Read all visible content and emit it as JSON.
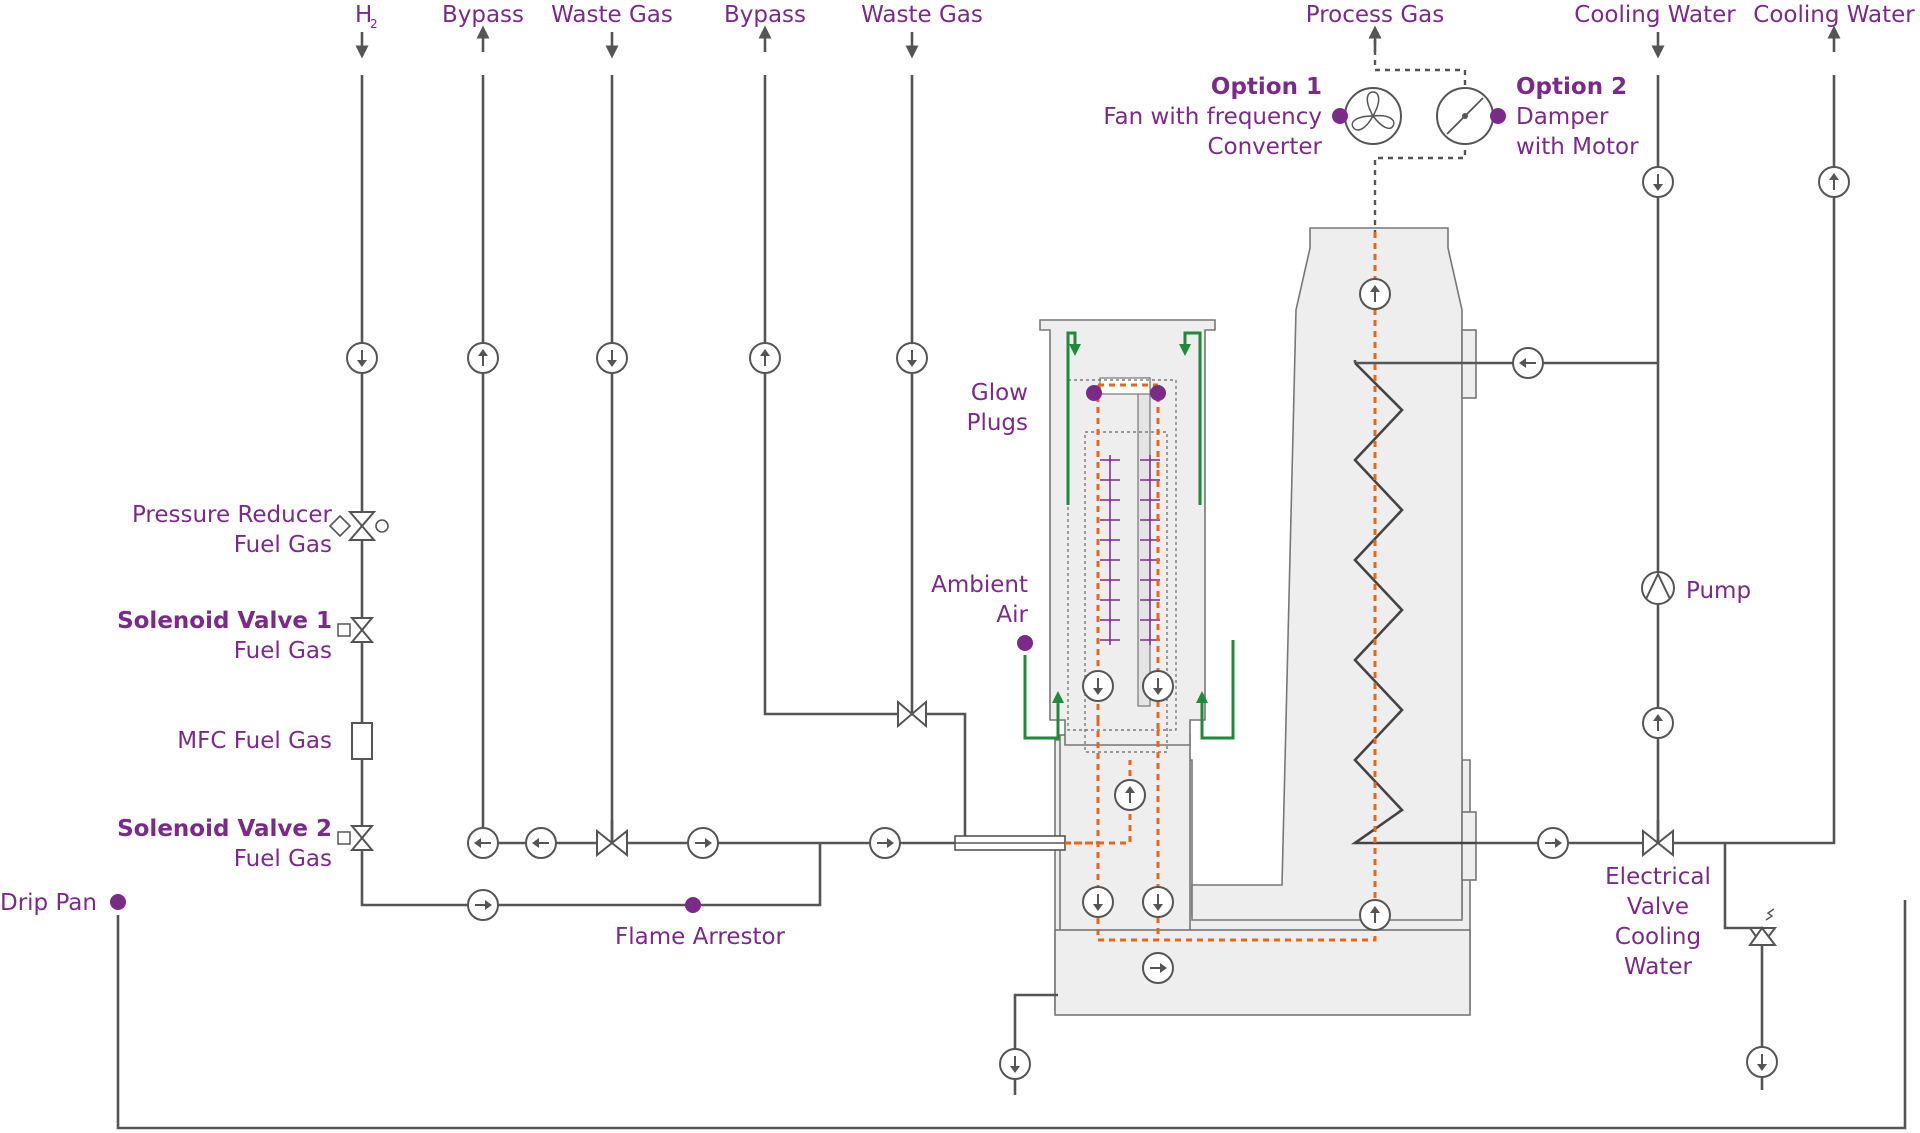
{
  "top_labels": {
    "h2": "H",
    "h2_sub": "2",
    "bypass_1": "Bypass",
    "waste_gas_1": "Waste Gas",
    "bypass_2": "Bypass",
    "waste_gas_2": "Waste Gas",
    "process_gas": "Process Gas",
    "cooling_water_in": "Cooling Water",
    "cooling_water_out": "Cooling Water"
  },
  "options": {
    "option1_title": "Option 1",
    "option1_line1": "Fan with frequency",
    "option1_line2": "Converter",
    "option2_title": "Option 2",
    "option2_line1": "Damper",
    "option2_line2": "with Motor"
  },
  "left_labels": {
    "pressure_reducer_line1": "Pressure Reducer",
    "pressure_reducer_line2": "Fuel Gas",
    "solenoid1_title": "Solenoid Valve 1",
    "solenoid1_line2": "Fuel Gas",
    "mfc": "MFC Fuel Gas",
    "solenoid2_title": "Solenoid Valve 2",
    "solenoid2_line2": "Fuel Gas",
    "drip_pan": "Drip Pan",
    "flame_arrestor": "Flame Arrestor"
  },
  "center_labels": {
    "glow_line1": "Glow",
    "glow_line2": "Plugs",
    "ambient_line1": "Ambient",
    "ambient_line2": "Air"
  },
  "right_labels": {
    "pump": "Pump",
    "valve_line1": "Electrical",
    "valve_line2": "Valve",
    "valve_line3": "Cooling",
    "valve_line4": "Water"
  },
  "colors": {
    "label_purple": "#7b2a8a",
    "pipe_gray": "#555555",
    "flow_orange": "#e8661a",
    "air_green": "#1e8a3a",
    "body_fill": "#eeeeee"
  }
}
